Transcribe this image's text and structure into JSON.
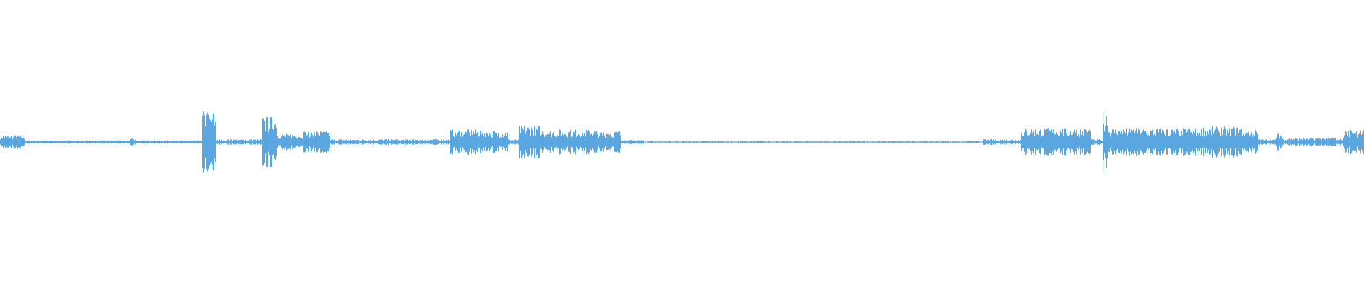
{
  "waveform": {
    "color": "#5aa6e0",
    "background": "#ffffff",
    "peak_scale": 1.0,
    "segments": [
      {
        "start": 0.0,
        "end": 0.018,
        "amp": 0.05
      },
      {
        "start": 0.018,
        "end": 0.095,
        "amp": 0.012
      },
      {
        "start": 0.095,
        "end": 0.1,
        "amp": 0.03
      },
      {
        "start": 0.1,
        "end": 0.148,
        "amp": 0.012
      },
      {
        "start": 0.148,
        "end": 0.158,
        "amp": 0.22
      },
      {
        "start": 0.158,
        "end": 0.192,
        "amp": 0.02
      },
      {
        "start": 0.192,
        "end": 0.203,
        "amp": 0.18
      },
      {
        "start": 0.203,
        "end": 0.222,
        "amp": 0.06
      },
      {
        "start": 0.222,
        "end": 0.242,
        "amp": 0.08
      },
      {
        "start": 0.242,
        "end": 0.33,
        "amp": 0.02
      },
      {
        "start": 0.33,
        "end": 0.358,
        "amp": 0.09
      },
      {
        "start": 0.358,
        "end": 0.372,
        "amp": 0.08
      },
      {
        "start": 0.372,
        "end": 0.38,
        "amp": 0.02
      },
      {
        "start": 0.38,
        "end": 0.396,
        "amp": 0.12
      },
      {
        "start": 0.396,
        "end": 0.438,
        "amp": 0.09
      },
      {
        "start": 0.438,
        "end": 0.455,
        "amp": 0.08
      },
      {
        "start": 0.455,
        "end": 0.472,
        "amp": 0.015
      },
      {
        "start": 0.472,
        "end": 0.72,
        "amp": 0.006
      },
      {
        "start": 0.72,
        "end": 0.748,
        "amp": 0.02
      },
      {
        "start": 0.748,
        "end": 0.8,
        "amp": 0.1
      },
      {
        "start": 0.8,
        "end": 0.808,
        "amp": 0.02
      },
      {
        "start": 0.808,
        "end": 0.812,
        "amp": 0.22
      },
      {
        "start": 0.812,
        "end": 0.882,
        "amp": 0.1
      },
      {
        "start": 0.882,
        "end": 0.91,
        "amp": 0.11
      },
      {
        "start": 0.91,
        "end": 0.922,
        "amp": 0.09
      },
      {
        "start": 0.922,
        "end": 0.935,
        "amp": 0.02
      },
      {
        "start": 0.935,
        "end": 0.94,
        "amp": 0.06
      },
      {
        "start": 0.94,
        "end": 0.985,
        "amp": 0.03
      },
      {
        "start": 0.985,
        "end": 1.0,
        "amp": 0.09
      }
    ]
  }
}
